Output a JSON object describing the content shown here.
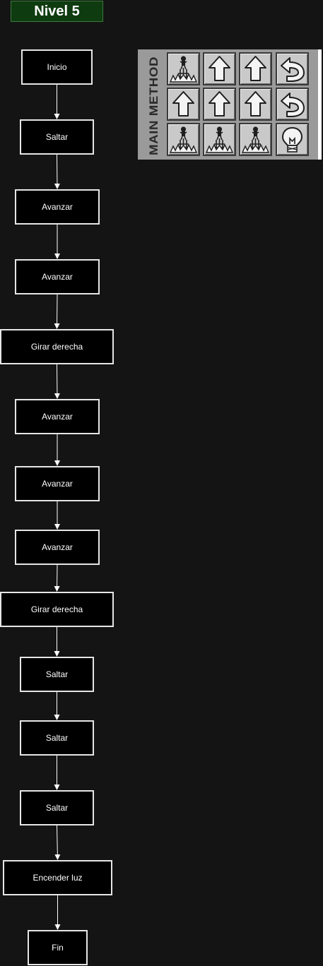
{
  "header": {
    "title": "Nivel 5"
  },
  "flow": {
    "steps": [
      "Inicio",
      "Saltar",
      "Avanzar",
      "Avanzar",
      "Girar derecha",
      "Avanzar",
      "Avanzar",
      "Avanzar",
      "Girar derecha",
      "Saltar",
      "Saltar",
      "Saltar",
      "Encender luz",
      "Fin"
    ]
  },
  "program_panel": {
    "label": "MAIN METHOD",
    "rows": [
      [
        "jump-icon",
        "forward-arrow-icon",
        "forward-arrow-icon",
        "turn-icon"
      ],
      [
        "forward-arrow-icon",
        "forward-arrow-icon",
        "forward-arrow-icon",
        "turn-icon"
      ],
      [
        "jump-icon",
        "jump-icon",
        "jump-icon",
        "lightbulb-icon"
      ]
    ]
  },
  "colors": {
    "background": "#141414",
    "title_bg": "#0f3b10",
    "node_bg": "#000000",
    "node_border": "#e6e6e6",
    "panel_bg": "#9a9a9a",
    "tile_bg": "#c9c9c9"
  }
}
